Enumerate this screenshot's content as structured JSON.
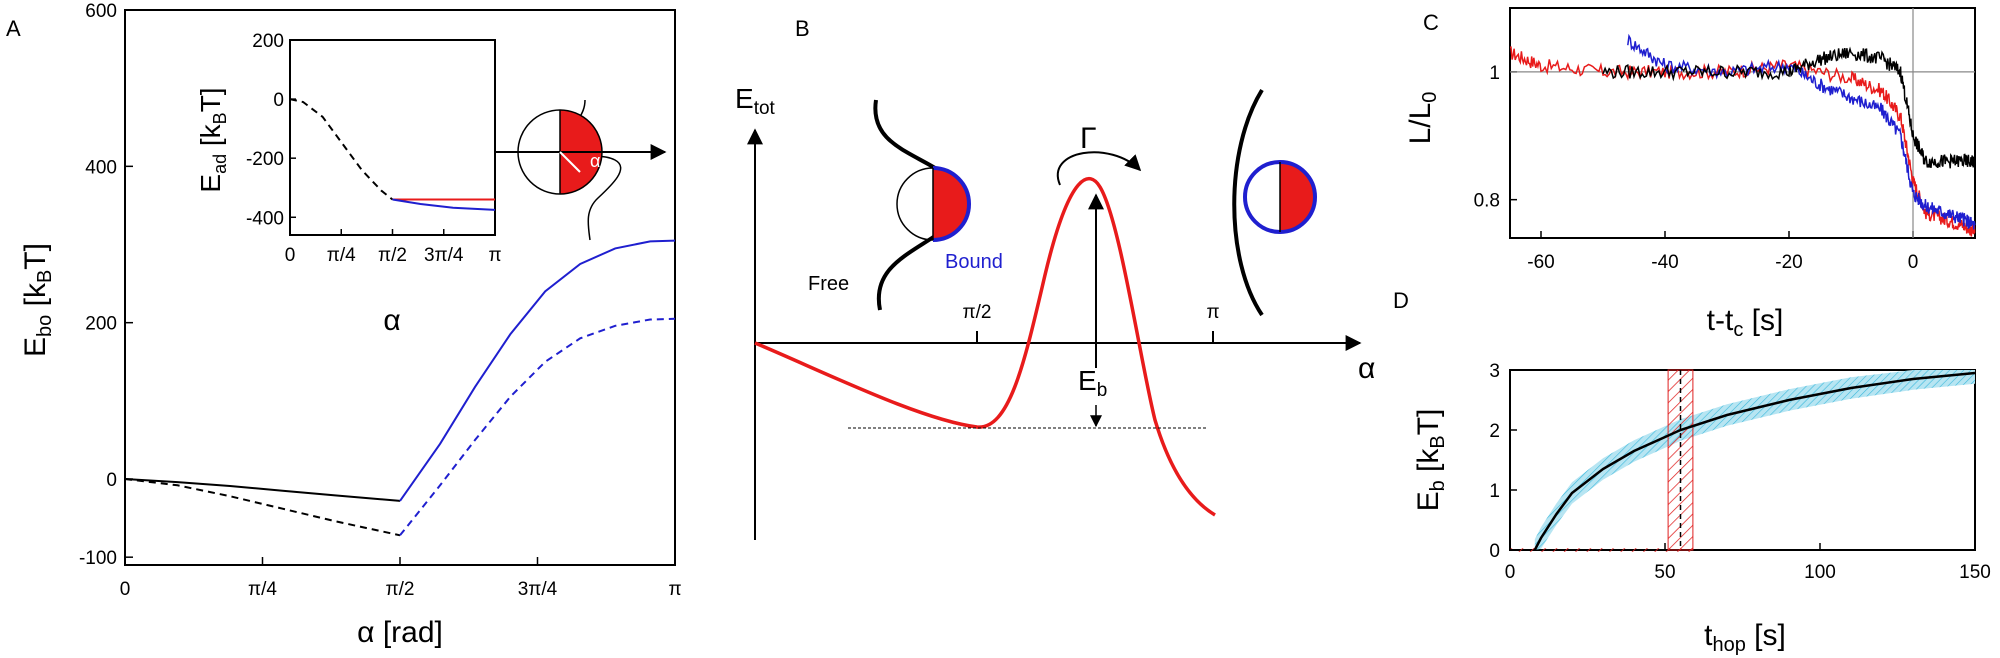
{
  "panel_labels": {
    "a": "A",
    "b": "B",
    "c": "C",
    "d": "D"
  },
  "colors": {
    "blue": "#1f1fcf",
    "red": "#e81b1b",
    "black": "#000000",
    "cyan": "#3bb8dc",
    "hatch": "#e02020"
  },
  "chart_data": [
    {
      "id": "A",
      "type": "line",
      "xlabel": "α [rad]",
      "ylabel": "E_bo [k_BT]",
      "x_ticks": [
        "0",
        "π/4",
        "π/2",
        "3π/4",
        "π"
      ],
      "y_ticks": [
        "600",
        "400",
        "200",
        "0",
        "-100"
      ],
      "xlim": [
        0,
        3.1416
      ],
      "ylim": [
        -110,
        600
      ],
      "grid": false,
      "series": [
        {
          "style": "solid-black",
          "x": [
            0,
            0.3,
            0.6,
            0.9,
            1.2,
            1.5708
          ],
          "y": [
            0,
            -4,
            -9,
            -15,
            -21,
            -28
          ]
        },
        {
          "style": "dashed-black",
          "x": [
            0,
            0.3,
            0.6,
            0.9,
            1.2,
            1.5708
          ],
          "y": [
            0,
            -8,
            -22,
            -38,
            -54,
            -72
          ]
        },
        {
          "style": "solid-blue",
          "x": [
            1.5708,
            1.8,
            2.0,
            2.2,
            2.4,
            2.6,
            2.8,
            3.0,
            3.1416
          ],
          "y": [
            -28,
            45,
            118,
            185,
            240,
            275,
            295,
            304,
            305
          ]
        },
        {
          "style": "dashed-blue",
          "x": [
            1.5708,
            1.8,
            2.0,
            2.2,
            2.4,
            2.6,
            2.8,
            3.0,
            3.1416
          ],
          "y": [
            -72,
            -8,
            50,
            105,
            150,
            180,
            196,
            204,
            205
          ]
        }
      ],
      "inset": {
        "type": "line",
        "xlabel": "α",
        "ylabel": "E_ad [k_BT]",
        "x_ticks": [
          "0",
          "π/4",
          "π/2",
          "3π/4",
          "π"
        ],
        "y_ticks": [
          "200",
          "0",
          "-200",
          "-400"
        ],
        "xlim": [
          0,
          3.1416
        ],
        "ylim": [
          -460,
          200
        ],
        "series": [
          {
            "style": "dashed-black",
            "x": [
              0,
              0.2,
              0.5,
              0.8,
              1.1,
              1.4,
              1.5708
            ],
            "y": [
              0,
              -10,
              -60,
              -150,
              -240,
              -310,
              -340
            ]
          },
          {
            "style": "solid-red",
            "x": [
              1.5708,
              3.1416
            ],
            "y": [
              -340,
              -340
            ]
          },
          {
            "style": "solid-blue",
            "x": [
              1.5708,
              2.0,
              2.5,
              3.1416
            ],
            "y": [
              -340,
              -355,
              -368,
              -375
            ]
          }
        ],
        "angle_label": "α"
      }
    },
    {
      "id": "B",
      "type": "line",
      "ylabel": "E_tot",
      "xlabel": "α",
      "x_ticks": [
        "π/2",
        "π"
      ],
      "annotations": {
        "free": "Free",
        "bound": "Bound",
        "rate": "Γ",
        "barrier": "E_b"
      },
      "series": [
        {
          "style": "solid-red",
          "description_points": "schematic energy profile with minimum near π/2 and barrier"
        }
      ]
    },
    {
      "id": "C",
      "type": "line",
      "xlabel": "t-t_c [s]",
      "ylabel": "L/L_0",
      "x_ticks": [
        "-60",
        "-40",
        "-20",
        "0"
      ],
      "y_ticks": [
        "1",
        "0.8"
      ],
      "xlim": [
        -65,
        10
      ],
      "ylim": [
        0.74,
        1.1
      ],
      "reference_lines": {
        "y": 1,
        "x": 0
      },
      "series": [
        {
          "style": "red",
          "x": [
            -65,
            -60,
            -50,
            -40,
            -30,
            -20,
            -10,
            -5,
            -2,
            0,
            2,
            5,
            8,
            10
          ],
          "y": [
            1.03,
            1.01,
            1.0,
            1.0,
            1.0,
            1.01,
            0.99,
            0.97,
            0.93,
            0.83,
            0.78,
            0.77,
            0.76,
            0.75
          ]
        },
        {
          "style": "blue",
          "x": [
            -46,
            -40,
            -30,
            -20,
            -15,
            -10,
            -5,
            -2,
            0,
            2,
            5,
            8,
            10
          ],
          "y": [
            1.05,
            1.01,
            1.0,
            1.01,
            0.98,
            0.96,
            0.94,
            0.9,
            0.81,
            0.79,
            0.78,
            0.77,
            0.76
          ]
        },
        {
          "style": "black",
          "x": [
            -50,
            -40,
            -30,
            -20,
            -15,
            -10,
            -5,
            -2,
            0,
            2,
            5,
            8,
            10
          ],
          "y": [
            1.0,
            1.0,
            1.0,
            1.0,
            1.02,
            1.03,
            1.02,
            1.0,
            0.9,
            0.86,
            0.86,
            0.86,
            0.86
          ]
        }
      ]
    },
    {
      "id": "D",
      "type": "line",
      "xlabel": "t_hop [s]",
      "ylabel": "E_b [k_BT]",
      "x_ticks": [
        "0",
        "50",
        "100",
        "150"
      ],
      "y_ticks": [
        "3",
        "2",
        "1",
        "0"
      ],
      "xlim": [
        0,
        150
      ],
      "ylim": [
        0,
        3
      ],
      "series": [
        {
          "style": "black",
          "x": [
            8,
            10,
            15,
            20,
            30,
            40,
            55,
            70,
            90,
            110,
            130,
            150
          ],
          "y": [
            0,
            0.2,
            0.6,
            0.95,
            1.35,
            1.65,
            2.0,
            2.25,
            2.5,
            2.7,
            2.85,
            2.95
          ]
        }
      ],
      "band_halfwidth": 0.18,
      "highlight_x": [
        51,
        59
      ],
      "highlight_center": 55
    }
  ]
}
